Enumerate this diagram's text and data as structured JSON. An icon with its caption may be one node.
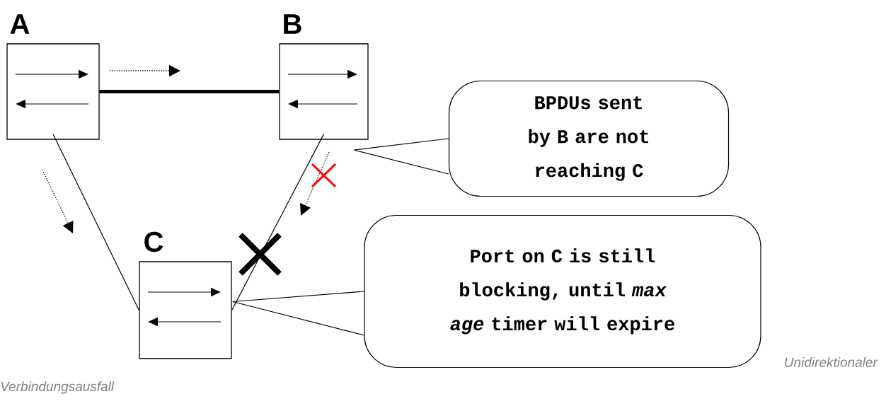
{
  "diagram": {
    "nodes": [
      {
        "text": [
          "A"
        ]
      },
      {
        "text": [
          "B"
        ]
      },
      {
        "text": [
          "C"
        ]
      },
      {
        "text": [
          "BPDUs sent by B are not reaching C"
        ]
      },
      {
        "text": [
          "Port on C is still blocking, until *max age* timer will expire"
        ]
      }
    ],
    "edges": [
      {
        "from": 0,
        "to": 1,
        "arrow": "none",
        "style": "thick"
      },
      {
        "from": 0,
        "to": 2,
        "arrow": "none"
      },
      {
        "from": 1,
        "to": 2,
        "arrow": "none"
      },
      {
        "from": 3,
        "to": null,
        "arrow": "none"
      },
      {
        "from": 4,
        "to": 2,
        "arrow": "none"
      }
    ],
    "labels": [
      "Unidirektionaler",
      "Verbindungsausfall"
    ]
  }
}
